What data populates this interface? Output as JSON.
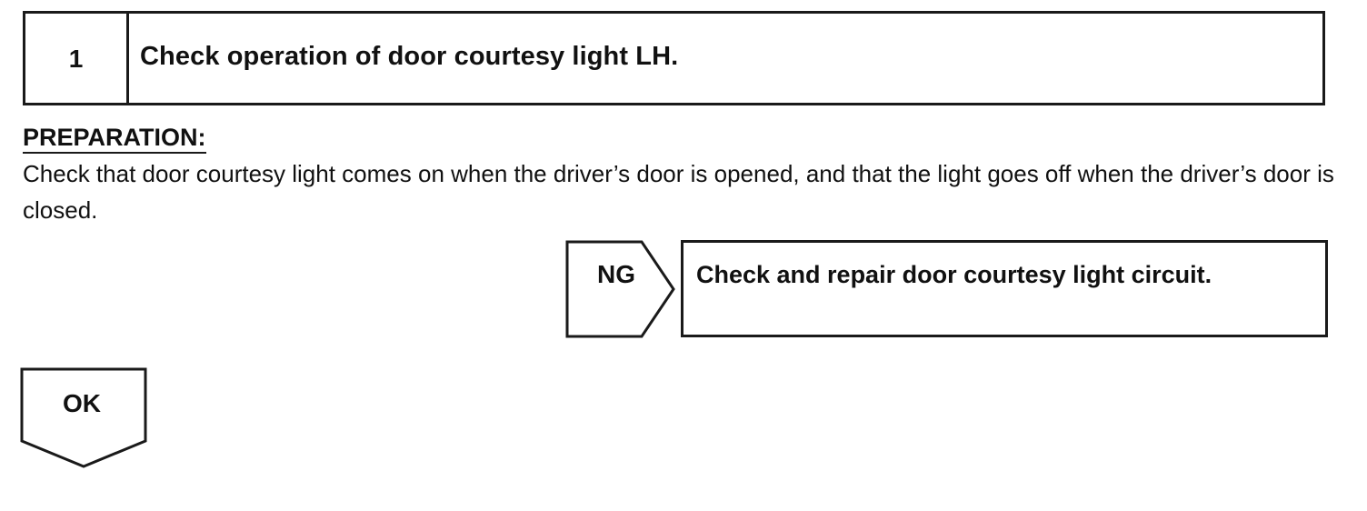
{
  "step": {
    "number": "1",
    "title": "Check operation of door courtesy light LH."
  },
  "preparation": {
    "heading": "PREPARATION:",
    "text": "Check that door courtesy light comes on when the driver’s door is opened, and that the light goes off when the driver’s door is closed."
  },
  "ng_branch": {
    "label": "NG",
    "action": "Check and repair door courtesy light circuit."
  },
  "ok_branch": {
    "label": "OK"
  }
}
